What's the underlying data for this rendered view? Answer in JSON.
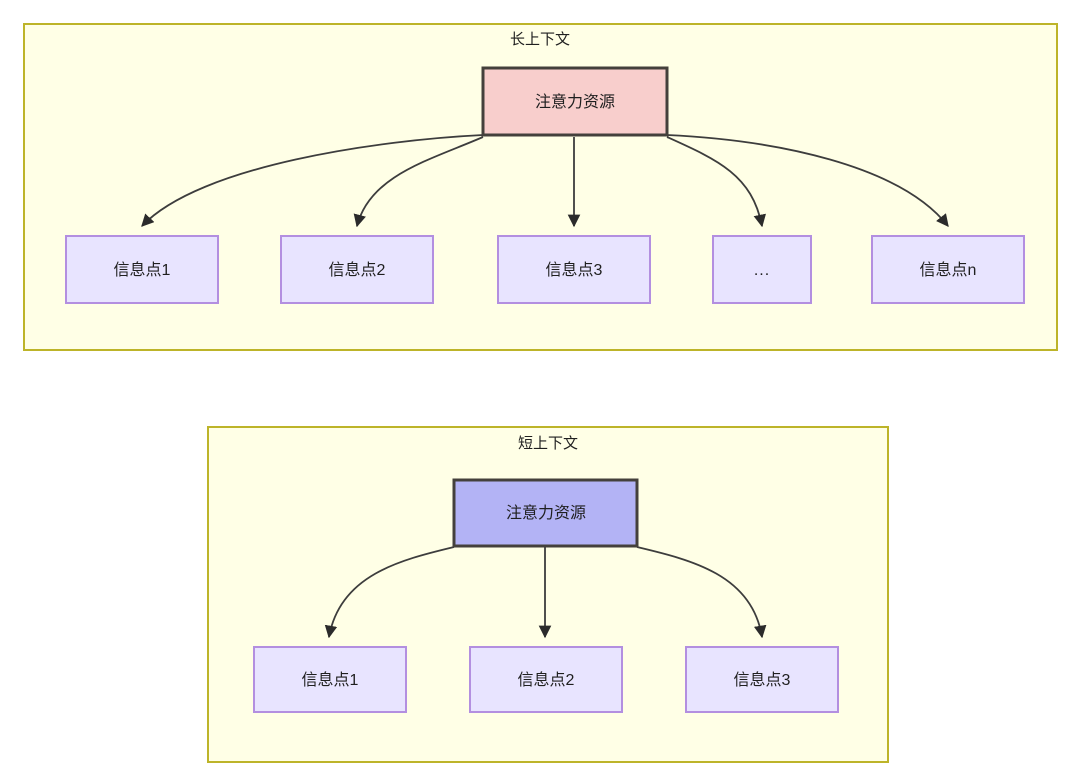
{
  "diagram": {
    "type": "flowchart",
    "background_color": "#ffffff",
    "palette": {
      "container_fill": "#ffffe6",
      "container_stroke": "#bdb429",
      "attention_long_fill": "#f8cecc",
      "attention_short_fill": "#b3b3f5",
      "attention_stroke": "#44403c",
      "info_fill": "#e8e4ff",
      "info_stroke": "#b38fe0",
      "edge_stroke": "#3d3d3d",
      "text_color": "#1f1f1f"
    },
    "groups": [
      {
        "id": "long-context",
        "title": "长上下文",
        "root": {
          "id": "attention-long",
          "label": "注意力资源",
          "fill": "#f8cecc"
        },
        "children": [
          {
            "id": "info-point-1",
            "label": "信息点1"
          },
          {
            "id": "info-point-2",
            "label": "信息点2"
          },
          {
            "id": "info-point-3",
            "label": "信息点3"
          },
          {
            "id": "info-point-ellipsis",
            "label": "..."
          },
          {
            "id": "info-point-n",
            "label": "信息点n"
          }
        ]
      },
      {
        "id": "short-context",
        "title": "短上下文",
        "root": {
          "id": "attention-short",
          "label": "注意力资源",
          "fill": "#b3b3f5"
        },
        "children": [
          {
            "id": "info-point-s1",
            "label": "信息点1"
          },
          {
            "id": "info-point-s2",
            "label": "信息点2"
          },
          {
            "id": "info-point-s3",
            "label": "信息点3"
          }
        ]
      }
    ]
  }
}
